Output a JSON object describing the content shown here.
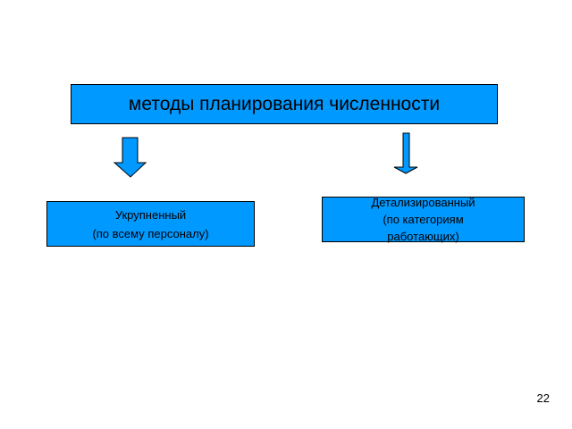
{
  "colors": {
    "box_fill": "#0099ff",
    "border": "#000000",
    "background": "#ffffff"
  },
  "diagram": {
    "root": {
      "label": "методы планирования численности"
    },
    "children": [
      {
        "label": "Укрупненный\n(по всему персоналу)",
        "arrow": "down-arrow-icon"
      },
      {
        "label": "Детализированный\n(по категориям\nработающих)",
        "arrow": "down-arrow-icon"
      }
    ]
  },
  "slide": {
    "number": "22"
  }
}
